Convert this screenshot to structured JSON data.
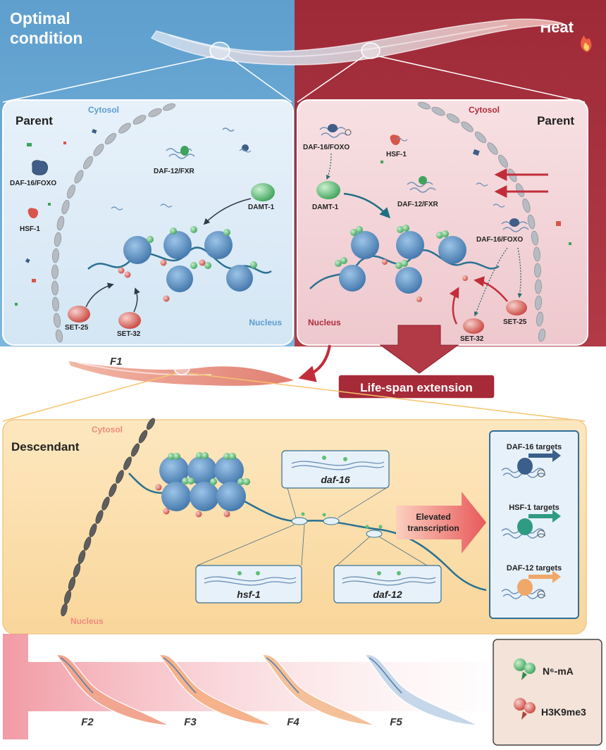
{
  "panels": {
    "optimal": {
      "title": "Optimal condition",
      "title_line1": "Optimal",
      "title_line2": "condition"
    },
    "heat": {
      "title": "Heat"
    }
  },
  "parent_left": {
    "label": "Parent",
    "cytosol": "Cytosol",
    "nucleus": "Nucleus",
    "proteins": {
      "daf16": "DAF-16/FOXO",
      "hsf1": "HSF-1",
      "daf12": "DAF-12/FXR",
      "damt1": "DAMT-1",
      "set25": "SET-25",
      "set32": "SET-32"
    }
  },
  "parent_right": {
    "label": "Parent",
    "cytosol": "Cytosol",
    "nucleus": "Nucleus",
    "proteins": {
      "daf16_top": "DAF-16/FOXO",
      "hsf1": "HSF-1",
      "damt1": "DAMT-1",
      "daf12": "DAF-12/FXR",
      "daf16_nuc": "DAF-16/FOXO",
      "set32": "SET-32",
      "set25": "SET-25"
    }
  },
  "f1": {
    "label": "F1"
  },
  "lifespan": {
    "label": "Life-span extension"
  },
  "descendant": {
    "label": "Descendant",
    "cytosol": "Cytosol",
    "nucleus": "Nucleus",
    "genes": {
      "daf16": "daf-16",
      "hsf1": "hsf-1",
      "daf12": "daf-12"
    },
    "elevated": "Elevated transcription",
    "elevated_line1": "Elevated",
    "elevated_line2": "transcription",
    "targets": [
      {
        "label": "DAF-16 targets",
        "color": "#3a5f8a"
      },
      {
        "label": "HSF-1 targets",
        "color": "#2e9b83"
      },
      {
        "label": "DAF-12 targets",
        "color": "#f0a868"
      }
    ]
  },
  "generations": [
    "F2",
    "F3",
    "F4",
    "F5"
  ],
  "legend": {
    "items": [
      {
        "label": "N⁶-mA",
        "color": "#5fbf77",
        "icon": "n6ma-mark-icon"
      },
      {
        "label": "H3K9me3",
        "color": "#d9746e",
        "icon": "h3k9me3-mark-icon"
      }
    ]
  },
  "colors": {
    "optimal_bg": "#6aa7d2",
    "heat_bg": "#a8303d",
    "descendant_bg": "#fbdca8",
    "nucleosome": "#5b8fc4"
  }
}
